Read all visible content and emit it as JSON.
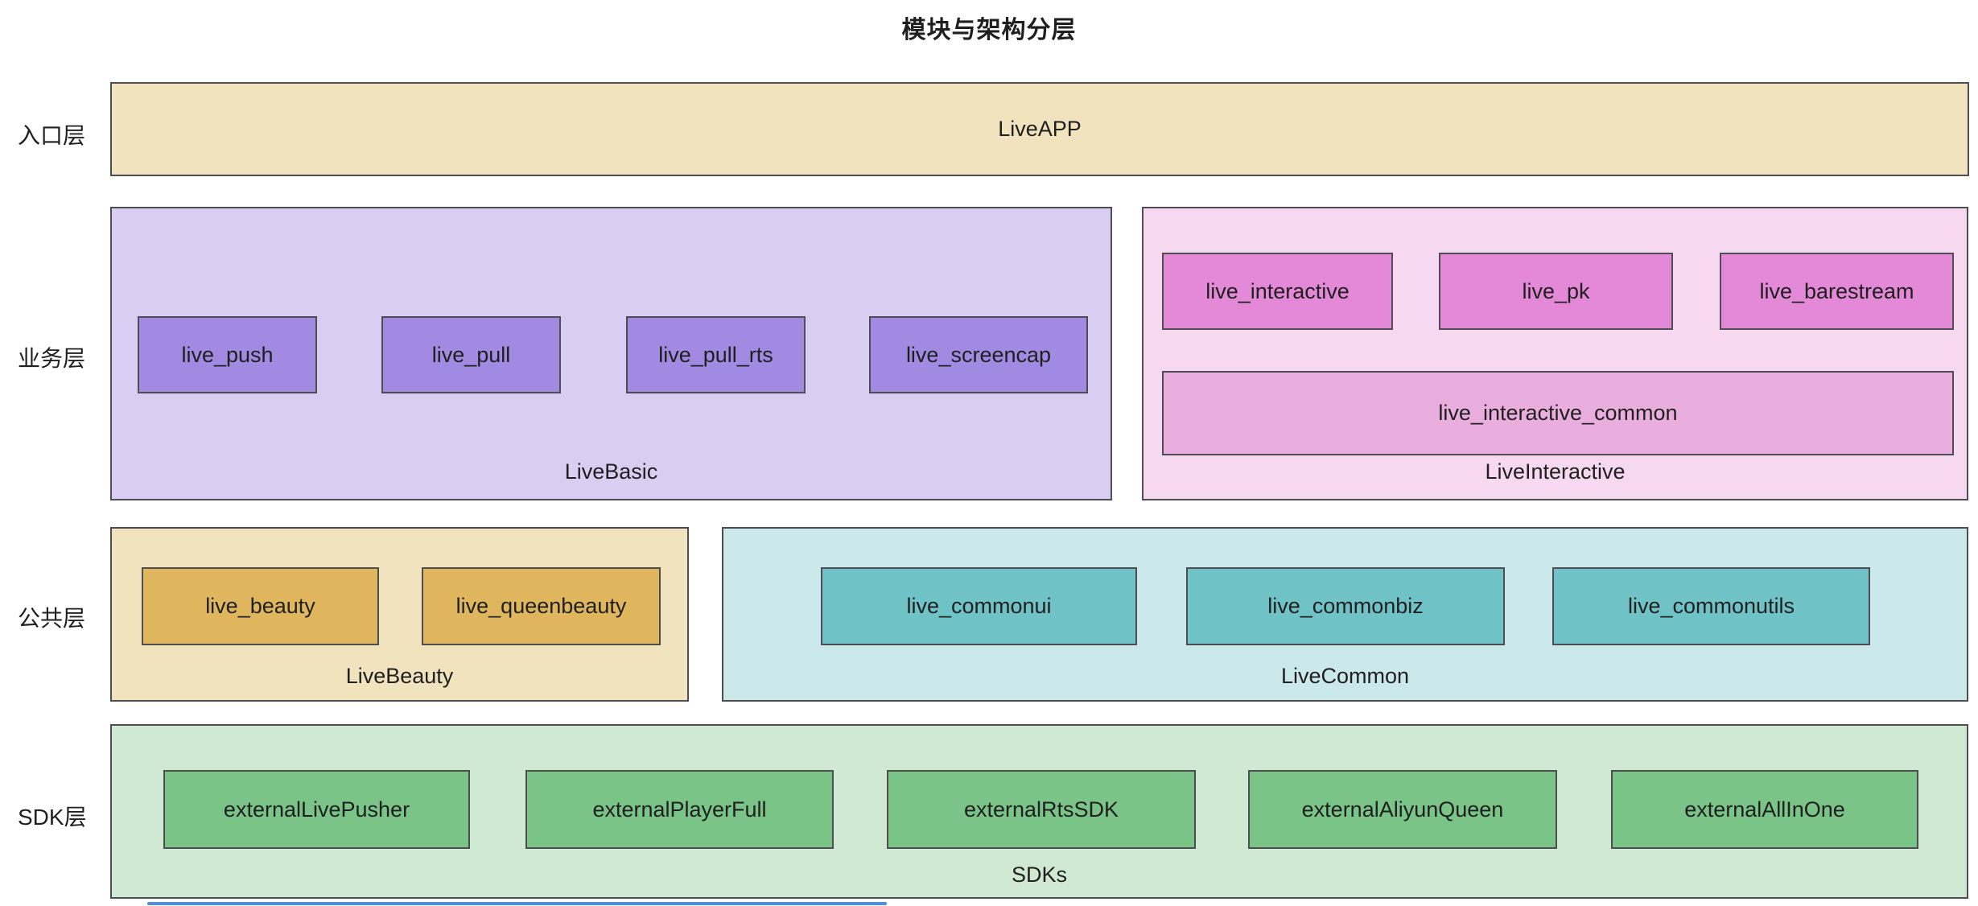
{
  "title": "模块与架构分层",
  "layers": {
    "entry": "入口层",
    "business": "业务层",
    "common": "公共层",
    "sdk": "SDK层"
  },
  "entry": {
    "label": "LiveAPP"
  },
  "basic": {
    "label": "LiveBasic",
    "modules": [
      "live_push",
      "live_pull",
      "live_pull_rts",
      "live_screencap"
    ]
  },
  "interactive": {
    "label": "LiveInteractive",
    "modules": [
      "live_interactive",
      "live_pk",
      "live_barestream"
    ],
    "wide_module": "live_interactive_common"
  },
  "beauty": {
    "label": "LiveBeauty",
    "modules": [
      "live_beauty",
      "live_queenbeauty"
    ]
  },
  "livecommon": {
    "label": "LiveCommon",
    "modules": [
      "live_commonui",
      "live_commonbiz",
      "live_commonutils"
    ]
  },
  "sdks": {
    "label": "SDKs",
    "modules": [
      "externalLivePusher",
      "externalPlayerFull",
      "externalRtsSDK",
      "externalAliyunQueen",
      "externalAllInOne"
    ]
  },
  "colors": {
    "border": "#4d4d52",
    "text": "#1f1f1f",
    "entry_bg": "#f0e3bd",
    "basic_bg": "#d9cdf2",
    "basic_module": "#a289e2",
    "interactive_bg": "#f6d8f0",
    "interactive_module": "#e389d8",
    "interactive_wide_module": "#eaaede",
    "beauty_bg": "#f0e3bd",
    "beauty_module": "#dfb65e",
    "common_bg": "#cbe8ea",
    "common_module": "#6fc3c6",
    "sdk_bg": "#cfe9d3",
    "sdk_module": "#7ac488",
    "scrollbar": "#4a90e2"
  }
}
